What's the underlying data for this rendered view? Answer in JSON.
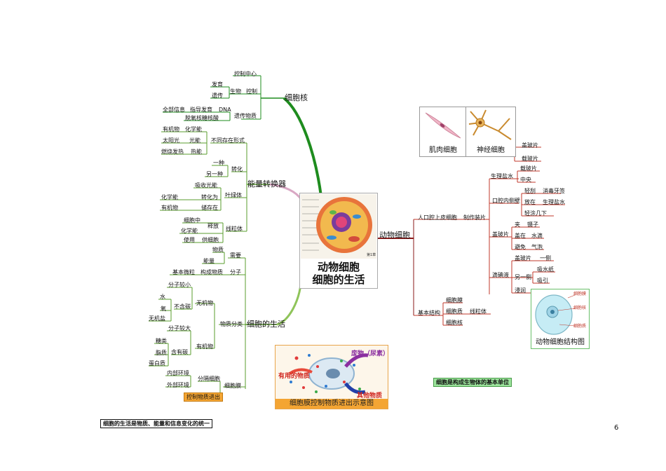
{
  "center": {
    "title_line1": "动物细胞",
    "title_line2": "细胞的生活",
    "cover_tag": "第1章"
  },
  "nucleus": {
    "label": "细胞核",
    "control_center": "控制中心",
    "control": "控制",
    "organism": "生物",
    "develop": "发育",
    "heredity": "遗传",
    "genetic_material": "遗传物质",
    "dna": "DNA",
    "guide": "指导发育",
    "all_info": "全部信息",
    "dna_full": "脱氧核糖核酸"
  },
  "energy": {
    "label": "能量转换器",
    "forms": "不同存在形式",
    "organic": "有机物",
    "chem_energy": "化学能",
    "sunlight": "太阳光",
    "light_energy": "光能",
    "burning": "燃烧发热",
    "heat_energy": "热能",
    "convert": "转化",
    "one_kind": "一种",
    "another": "另一种",
    "chloroplast": "叶绿体",
    "absorb_light": "吸收光能",
    "chem_energy2": "化学能",
    "convert_to": "转化为",
    "organic2": "有机物",
    "store_in": "储存在",
    "mitochondria": "线粒体",
    "in_cell": "细胞中",
    "release": "释放",
    "chem_energy3": "化学能",
    "use": "使用",
    "supply_cell": "供细胞"
  },
  "life": {
    "label": "细胞的生活",
    "needs": "需要",
    "matter": "物质",
    "energy_word": "能量",
    "basic_unit": "基本微粒",
    "composes": "构成物质",
    "molecule": "分子",
    "classify": "物质分类",
    "inorganic": "无机物",
    "small_mol": "分子较小",
    "no_carbon": "不含碳",
    "water": "水",
    "oxygen": "氧",
    "salt": "无机盐",
    "organic_cat": "有机物",
    "large_mol": "分子较大",
    "has_carbon": "含有碳",
    "sugar": "糖类",
    "fat": "脂质",
    "protein": "蛋白质",
    "membrane": "细胞膜",
    "separate_cell": "分隔细胞",
    "inner_env": "内部环境",
    "outer_env": "外部环境",
    "control_transport": "控制物质进出"
  },
  "animal": {
    "label": "动物细胞",
    "muscle_cell": "肌肉细胞",
    "nerve_cell": "神经细胞",
    "human_oral": "人口腔上皮细胞",
    "make_slide": "制作装片",
    "slide": "盖玻片",
    "glass_slide": "载玻片",
    "saline": "生理盐水",
    "drop_slide": "载玻片",
    "center_word": "中央",
    "scrape": "口腔内侧壁",
    "gently_scrape": "轻刮",
    "sterile_tooth": "消毒牙签",
    "place_in": "放在",
    "saline2": "生理盐水",
    "stir": "轻涂几下",
    "cover": "盖玻片",
    "tweezers_clip": "夹",
    "tweezers": "镊子",
    "cover_touch": "盖在",
    "water_drop": "水滴",
    "avoid": "避免",
    "bubbles": "气泡",
    "stain": "滴碘液",
    "cover_side": "盖玻片",
    "one_side": "一侧",
    "other_side": "另一侧",
    "absorb_paper": "吸水纸",
    "suck": "吸引",
    "infiltrate": "浸润",
    "basic_structure": "基本结构",
    "cell_membrane": "细胞膜",
    "cytoplasm": "细胞质",
    "mito": "线粒体",
    "cell_nucleus": "细胞核",
    "diagram_title": "动物细胞结构图",
    "d_membrane": "细胞膜",
    "d_nucleus": "细胞核",
    "d_cytoplasm": "细胞质"
  },
  "transport_diagram": {
    "title": "细胞膜控制物质进出示意图",
    "useful": "有用的物质",
    "waste": "废物（尿素）",
    "other": "其他物质"
  },
  "notes": {
    "basic_unit": "细胞是构成生物体的基本单位",
    "unity": "细胞的生活是物质、能量和信息变化的统一"
  },
  "page_number": "6",
  "colors": {
    "nucleus_branch": "#2e8b2e",
    "energy_branch": "#c27ba0",
    "life_branch": "#8fc45a",
    "animal_branch": "#8b1a1a",
    "accent_orange": "#f4a533"
  }
}
